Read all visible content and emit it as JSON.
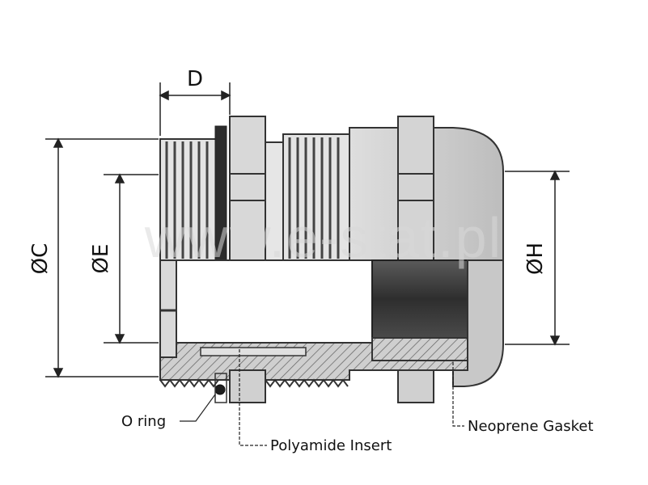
{
  "dimensions": {
    "d": "D",
    "c": "ØC",
    "e": "ØE",
    "h": "ØH"
  },
  "callouts": {
    "o_ring": "O ring",
    "polyamide_insert": "Polyamide Insert",
    "neoprene_gasket": "Neoprene Gasket"
  },
  "watermark": "www.e-stat.pl",
  "colors": {
    "outline": "#333333",
    "body_fill": "#d6d6d6",
    "light_fill": "#e8e8e8",
    "dark_fill": "#4a4a4a",
    "gasket_dark": "#3a3a3a"
  }
}
